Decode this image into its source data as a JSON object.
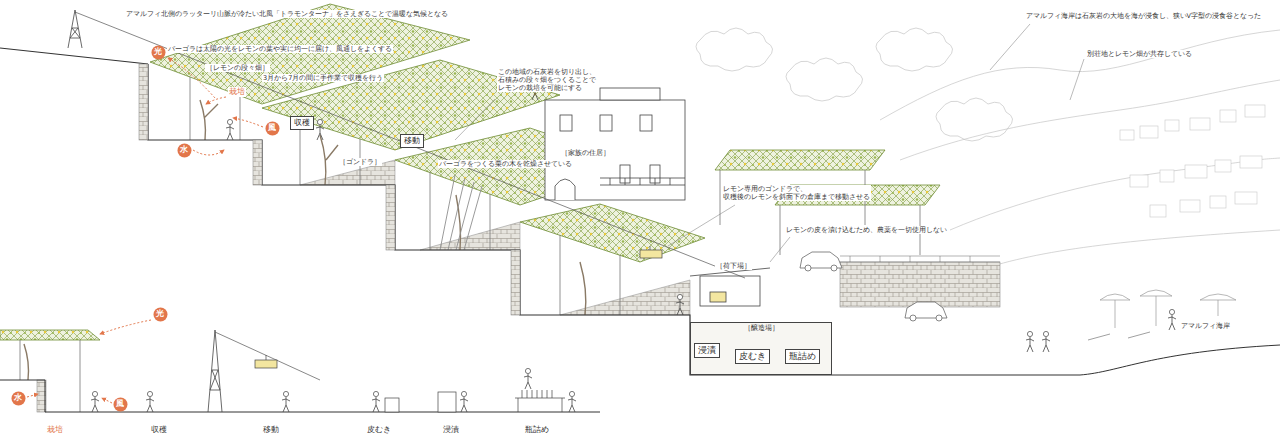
{
  "diagram": {
    "nodes": [
      {
        "text": [
          "光"
        ]
      },
      {
        "text": [
          "収穫"
        ]
      },
      {
        "text": [
          "風"
        ]
      },
      {
        "text": [
          "水"
        ]
      },
      {
        "text": [
          "移動"
        ]
      },
      {
        "text": [
          "［醸造場］"
        ]
      },
      {
        "text": [
          "浸漬"
        ],
        "in": 5
      },
      {
        "text": [
          "皮むき"
        ],
        "in": 5
      },
      {
        "text": [
          "瓶詰め"
        ],
        "in": 5
      },
      {
        "text": [
          "光"
        ]
      },
      {
        "text": [
          "水"
        ]
      },
      {
        "text": [
          "風"
        ]
      }
    ],
    "labels": [
      "アマルフィ北側のラッターリ山脈が冷たい北風「トラモンターナ」をさえぎることで温暖な気候となる",
      "パーゴラは太陽の光をレモンの葉や実に均一に届け、風通しをよくする",
      "［レモンの段々畑］",
      "3月から7月の間に手作業で収穫を行う",
      "栽培",
      "［ゴンドラ］",
      "この地域の石灰岩を切り出し、 石積みの段々畑をつくることで レモンの栽培を可能にする",
      "パーゴラをつくる栗の木を乾燥させている",
      "［家族の住居］",
      "レモン専用のゴンドラで、 収穫後のレモンを斜面下の倉庫まで移動させる",
      "レモンの皮を漬け込むため、農薬を一切使用しない",
      "［荷下場］",
      "アマルフィ海岸は石灰岩の大地を海が浸食し、狭いV字型の浸食谷となった",
      "別荘地とレモン畑が共存している",
      "アマルフィ海岸",
      "栽培",
      "収穫",
      "移動",
      "皮むき",
      "浸漬",
      "瓶詰め"
    ]
  }
}
